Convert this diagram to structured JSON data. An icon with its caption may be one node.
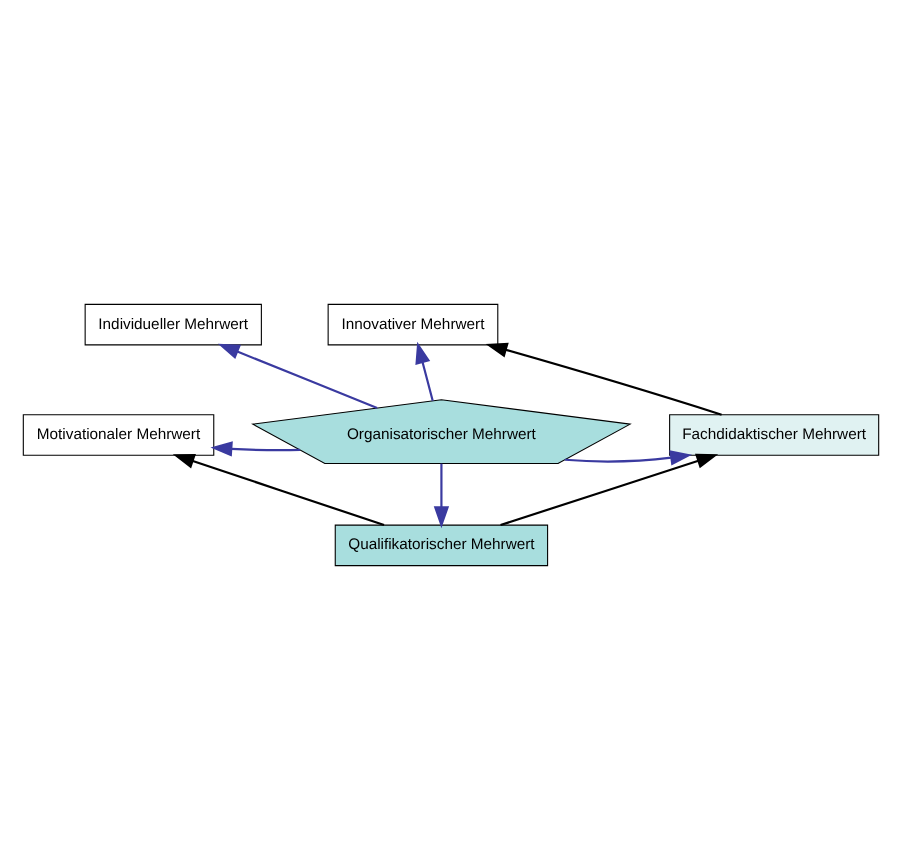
{
  "diagram": {
    "nodes": [
      {
        "text": [
          "Organisatorischer Mehrwert"
        ]
      },
      {
        "text": [
          "Individueller Mehrwert"
        ]
      },
      {
        "text": [
          "Innovativer Mehrwert"
        ]
      },
      {
        "text": [
          "Fachdidaktischer Mehrwert"
        ]
      },
      {
        "text": [
          "Qualifikatorischer Mehrwert"
        ]
      },
      {
        "text": [
          "Motivationaler Mehrwert"
        ]
      }
    ],
    "edges": [
      {
        "from": 0,
        "to": 1,
        "arrow": "to"
      },
      {
        "from": 0,
        "to": 2,
        "arrow": "to"
      },
      {
        "from": 0,
        "to": 3,
        "arrow": "to"
      },
      {
        "from": 0,
        "to": 4,
        "arrow": "to"
      },
      {
        "from": 0,
        "to": 5,
        "arrow": "to"
      },
      {
        "from": 4,
        "to": 5,
        "arrow": "to",
        "color": "#000000"
      },
      {
        "from": 4,
        "to": 3,
        "arrow": "to",
        "color": "#000000"
      },
      {
        "from": 3,
        "to": 2,
        "arrow": "to",
        "color": "#000000"
      }
    ]
  }
}
